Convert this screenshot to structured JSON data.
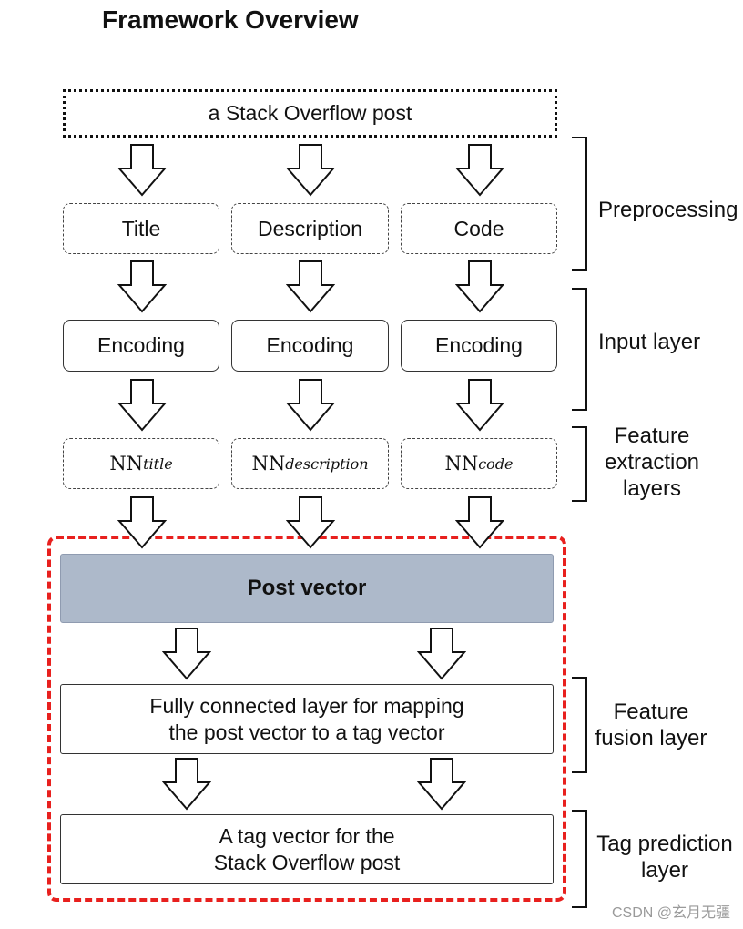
{
  "title": "Framework Overview",
  "post_label": "a Stack Overflow post",
  "inputs": [
    "Title",
    "Description",
    "Code"
  ],
  "encoding": "Encoding",
  "nn": {
    "base": "NN",
    "subs": [
      "title",
      "description",
      "code"
    ]
  },
  "post_vector": "Post vector",
  "fc_layer": [
    "Fully connected layer for mapping",
    "the post vector to a tag vector"
  ],
  "tag_vector": [
    "A tag vector for the",
    "Stack Overflow post"
  ],
  "stages": {
    "preprocessing": "Preprocessing",
    "input_layer": "Input layer",
    "feature_extraction": [
      "Feature",
      "extraction",
      "layers"
    ],
    "feature_fusion": [
      "Feature",
      "fusion layer"
    ],
    "tag_prediction": [
      "Tag prediction",
      "layer"
    ]
  },
  "colors": {
    "post_vector_fill": "#adb9ca",
    "highlight_frame": "#e8201e"
  },
  "watermark": "CSDN @玄月无疆"
}
